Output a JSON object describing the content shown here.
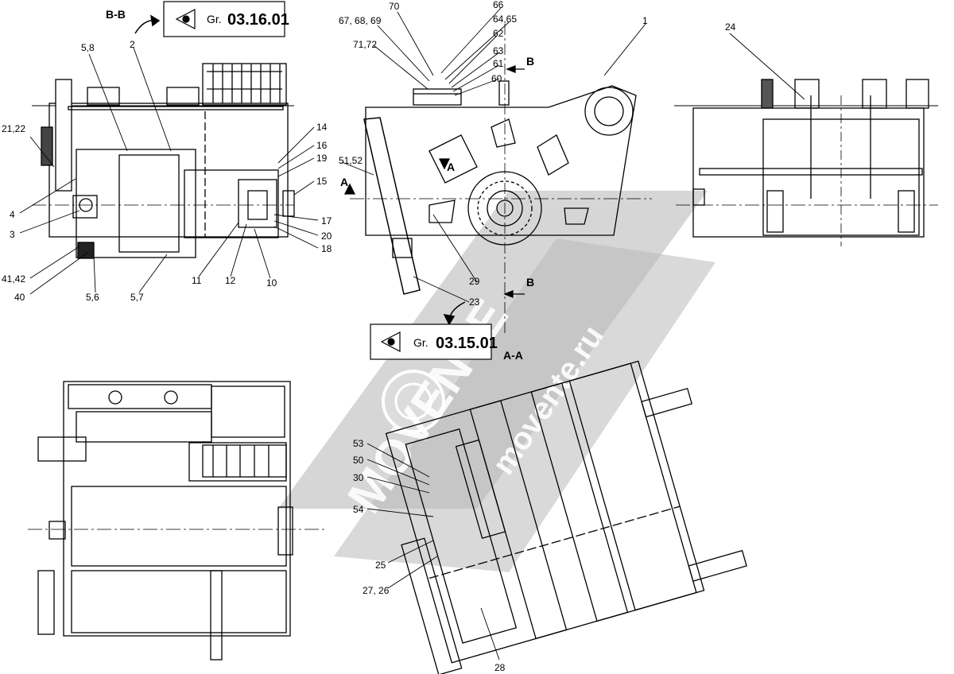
{
  "section_labels": {
    "bb": "B-B",
    "aa": "A-A",
    "b_top": "B",
    "b_bottom": "B",
    "a_left": "A",
    "a_mid": "A"
  },
  "references": [
    {
      "prefix": "Gr.",
      "code": "03.16.01"
    },
    {
      "prefix": "Gr.",
      "code": "03.15.01"
    }
  ],
  "callouts": {
    "c58": "5,8",
    "c2": "2",
    "c2122": "21,22",
    "c14": "14",
    "c16": "16",
    "c19": "19",
    "c15": "15",
    "c4": "4",
    "c3": "3",
    "c17": "17",
    "c20": "20",
    "c18": "18",
    "c4142": "41,42",
    "c40": "40",
    "c56": "5,6",
    "c57": "5,7",
    "c11": "11",
    "c12": "12",
    "c10": "10",
    "c70": "70",
    "c66": "66",
    "c676869": "67, 68, 69",
    "c6465": "64,65",
    "c62": "62",
    "c7172": "71,72",
    "c63": "63",
    "c61": "61",
    "c60": "60",
    "c1": "1",
    "c24": "24",
    "c5152": "51,52",
    "c29": "29",
    "c23": "23",
    "c53": "53",
    "c50": "50",
    "c30": "30",
    "c54": "54",
    "c25": "25",
    "c2726": "27, 26",
    "c28": "28"
  },
  "watermark": {
    "brand": "MOVENTE",
    "url": "movente.ru"
  }
}
